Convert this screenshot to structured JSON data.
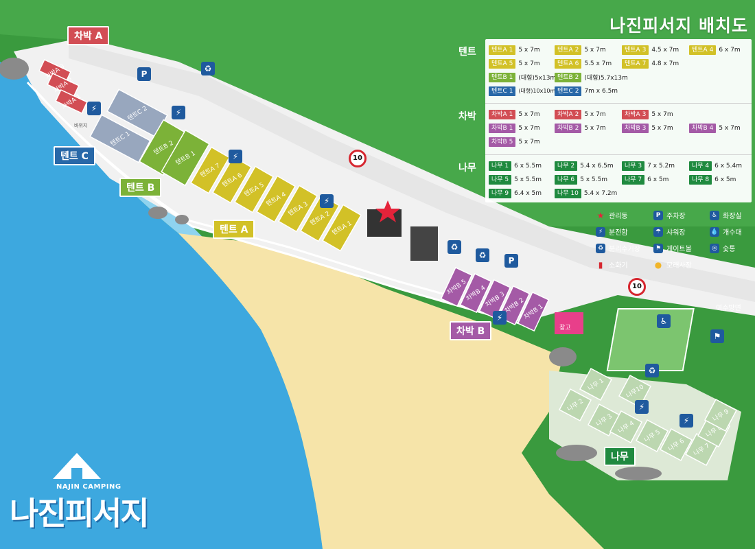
{
  "title": "나진피서지 배치도",
  "logo": {
    "sub": "NAJIN CAMPING",
    "main": "나진피서지"
  },
  "colors": {
    "tent_a": "#d2c127",
    "tent_b": "#7cb238",
    "tent_c": "#2868a8",
    "chabak_a": "#d24d54",
    "chabak_b": "#a45aa6",
    "namu": "#1f8a3f",
    "sea": "#3da8df",
    "sand": "#f6e4a9",
    "forest": "#3a9a3e",
    "road": "#e6e6e6"
  },
  "legend": {
    "sections": [
      {
        "label": "텐트",
        "rows": [
          [
            {
              "name": "텐트A 1",
              "dim": "5 x 7m",
              "color": "tent_a"
            },
            {
              "name": "텐트A 2",
              "dim": "5 x 7m",
              "color": "tent_a"
            },
            {
              "name": "텐트A 3",
              "dim": "4.5 x 7m",
              "color": "tent_a"
            },
            {
              "name": "텐트A 4",
              "dim": "6 x 7m",
              "color": "tent_a"
            }
          ],
          [
            {
              "name": "텐트A 5",
              "dim": "5 x 7m",
              "color": "tent_a"
            },
            {
              "name": "텐트A 6",
              "dim": "5.5 x 7m",
              "color": "tent_a"
            },
            {
              "name": "텐트A 7",
              "dim": "4.8 x 7m",
              "color": "tent_a"
            }
          ],
          [
            {
              "name": "텐트B 1",
              "dim": "(대형)5x13m",
              "color": "tent_b"
            },
            {
              "name": "텐트B 2",
              "dim": "(대형)5.7x13m",
              "color": "tent_b"
            }
          ],
          [
            {
              "name": "텐트C 1",
              "dim": "(대형)10x10m",
              "color": "tent_c",
              "small": true
            },
            {
              "name": "텐트C 2",
              "dim": "7m x 6.5m",
              "color": "tent_c"
            }
          ]
        ]
      },
      {
        "label": "차박",
        "rows": [
          [
            {
              "name": "차박A 1",
              "dim": "5 x 7m",
              "color": "chabak_a"
            },
            {
              "name": "차박A 2",
              "dim": "5 x 7m",
              "color": "chabak_a"
            },
            {
              "name": "차박A 3",
              "dim": "5 x 7m",
              "color": "chabak_a"
            }
          ],
          [
            {
              "name": "차박B 1",
              "dim": "5 x 7m",
              "color": "chabak_b"
            },
            {
              "name": "차박B 2",
              "dim": "5 x 7m",
              "color": "chabak_b"
            },
            {
              "name": "차박B 3",
              "dim": "5 x 7m",
              "color": "chabak_b"
            },
            {
              "name": "차박B 4",
              "dim": "5 x 7m",
              "color": "chabak_b"
            }
          ],
          [
            {
              "name": "차박B 5",
              "dim": "5 x 7m",
              "color": "chabak_b"
            }
          ]
        ]
      },
      {
        "label": "나무",
        "rows": [
          [
            {
              "name": "나무 1",
              "dim": "6 x 5.5m",
              "color": "namu"
            },
            {
              "name": "나무 2",
              "dim": "5.4 x 6.5m",
              "color": "namu"
            },
            {
              "name": "나무 3",
              "dim": "7 x 5.2m",
              "color": "namu"
            },
            {
              "name": "나무 4",
              "dim": "6 x 5.4m",
              "color": "namu"
            }
          ],
          [
            {
              "name": "나무 5",
              "dim": "5 x 5.5m",
              "color": "namu"
            },
            {
              "name": "나무 6",
              "dim": "5 x 5.5m",
              "color": "namu"
            },
            {
              "name": "나무 7",
              "dim": "6 x 5m",
              "color": "namu"
            },
            {
              "name": "나무 8",
              "dim": "6 x 5m",
              "color": "namu"
            }
          ],
          [
            {
              "name": "나무 9",
              "dim": "6.4 x 5m",
              "color": "namu"
            },
            {
              "name": "나무 10",
              "dim": "5.4 x 7.2m",
              "color": "namu"
            }
          ]
        ]
      }
    ],
    "icons": [
      {
        "icon": "star-icon",
        "label": "관리동",
        "glyph": "★",
        "color": "#e5233a"
      },
      {
        "icon": "parking-icon",
        "label": "주차장",
        "glyph": "P",
        "color": "#1f5a9e"
      },
      {
        "icon": "toilet-icon",
        "label": "화장실",
        "glyph": "♿",
        "color": "#1f5a9e"
      },
      {
        "icon": "power-icon",
        "label": "분전함",
        "glyph": "⚡",
        "color": "#1f5a9e"
      },
      {
        "icon": "shower-icon",
        "label": "샤워장",
        "glyph": "☂",
        "color": "#1f5a9e"
      },
      {
        "icon": "sink-icon",
        "label": "개수대",
        "glyph": "💧",
        "color": "#1f5a9e"
      },
      {
        "icon": "recycle-icon",
        "label": "분리수거장",
        "glyph": "♻",
        "color": "#1f5a9e"
      },
      {
        "icon": "gateball-icon",
        "label": "게이트볼",
        "glyph": "⚑",
        "color": "#1f5a9e"
      },
      {
        "icon": "charcoal-icon",
        "label": "숯통",
        "glyph": "◎",
        "color": "#1f5a9e"
      },
      {
        "icon": "extinguisher-icon",
        "label": "소화기",
        "glyph": "▮",
        "color": "#d6262f"
      },
      {
        "icon": "sand-icon",
        "label": "모래사장",
        "glyph": "●",
        "color": "#f1b52a"
      }
    ]
  },
  "map": {
    "callouts": [
      {
        "label": "차박 A",
        "color": "chabak_a"
      },
      {
        "label": "텐트 C",
        "color": "tent_c"
      },
      {
        "label": "텐트 B",
        "color": "tent_b"
      },
      {
        "label": "텐트 A",
        "color": "tent_a"
      },
      {
        "label": "차박 B",
        "color": "chabak_b"
      },
      {
        "label": "나무",
        "color": "namu"
      }
    ],
    "speed_limit": "10",
    "road_label": "여수방면",
    "warehouse_label": "창고",
    "small_label": "바위지",
    "sites": {
      "chabak_a": [
        "차박A 3",
        "차박A 2",
        "차박A 1"
      ],
      "tent_c": [
        "텐트C 2",
        "텐트C 1"
      ],
      "tent_b": [
        "텐트B 2",
        "텐트B 1"
      ],
      "tent_a": [
        "텐트A 7",
        "텐트A 6",
        "텐트A 5",
        "텐트A 4",
        "텐트A 3",
        "텐트A 2",
        "텐트A 1"
      ],
      "chabak_b": [
        "차박B 5",
        "차박B 4",
        "차박B 3",
        "차박B 2",
        "차박B 1"
      ],
      "namu": [
        "나무 1",
        "나무 2",
        "나무 3",
        "나무 4",
        "나무 5",
        "나무 6",
        "나무 7",
        "나무 8",
        "나무 9",
        "나무10"
      ]
    }
  }
}
